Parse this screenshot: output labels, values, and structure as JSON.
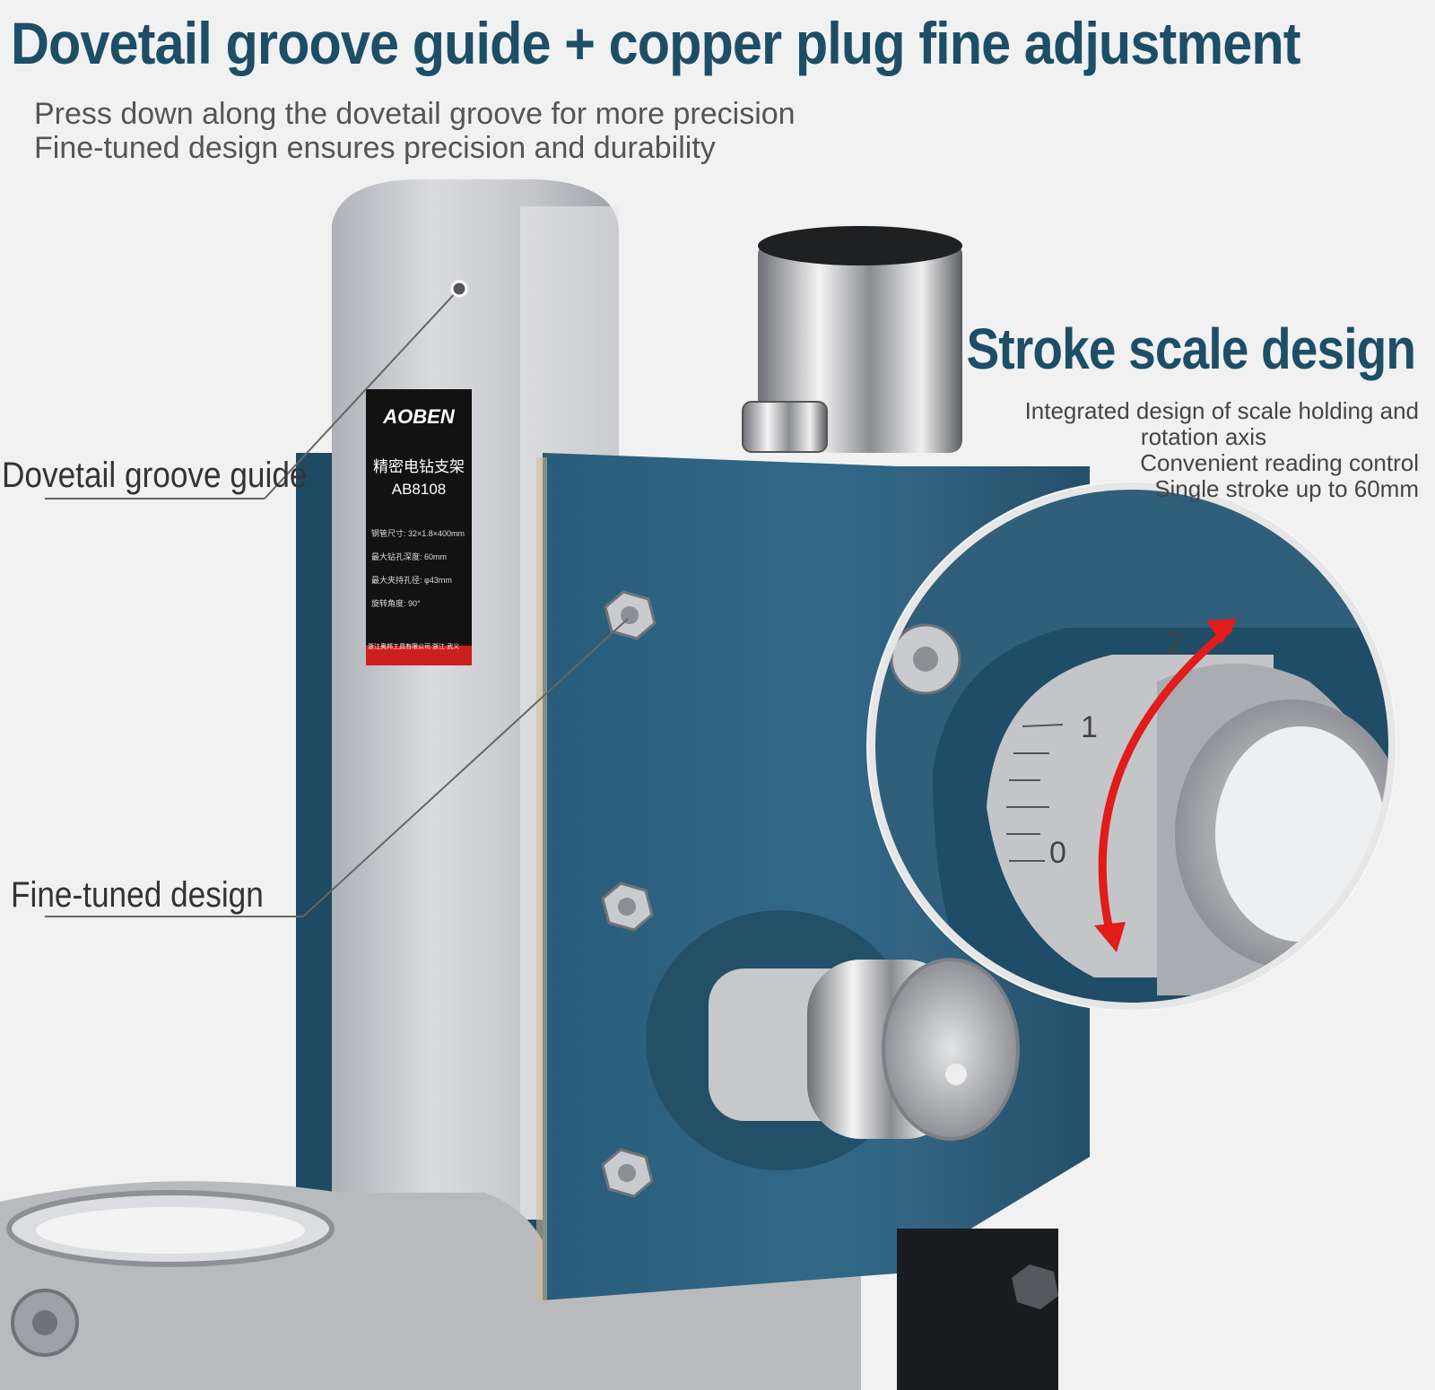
{
  "headline": "Dovetail groove guide + copper plug fine adjustment",
  "subtitle_lines": [
    "Press down along the dovetail groove for more precision",
    "Fine-tuned design ensures precision and durability"
  ],
  "stroke_scale": {
    "title": "Stroke scale design",
    "lines": [
      "Integrated design of scale holding and",
      "rotation axis",
      "Convenient reading control",
      "Single stroke up to 60mm"
    ]
  },
  "callouts": {
    "dovetail": "Dovetail groove guide",
    "fine_tuned": "Fine-tuned design"
  },
  "product_label": {
    "brand": "AOBEN",
    "name_cn": "精密电钻支架",
    "model": "AB8108",
    "spec_lines": [
      "钢管尺寸: 32×1.8×400mm",
      "最大钻孔深度: 60mm",
      "最大夹持孔径: φ43mm",
      "旋转角度: 90°"
    ],
    "footer": "浙江奥邦工具有限公司  浙江·武义"
  },
  "scale_marks": [
    "2",
    "1",
    "0"
  ],
  "colors": {
    "brand_blue": "#1d4e68",
    "body_blue": "#2d5f7c",
    "arrow_red": "#e21b1b",
    "silver": "#c9cbcf"
  }
}
